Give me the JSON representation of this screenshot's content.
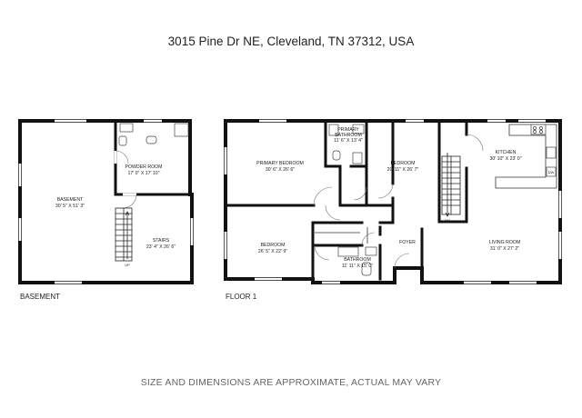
{
  "title": "3015 Pine Dr NE, Cleveland, TN 37312, USA",
  "footer": "SIZE AND DIMENSIONS ARE APPROXIMATE, ACTUAL MAY VARY",
  "floors": {
    "basement": {
      "label": "BASEMENT",
      "rooms": [
        {
          "name": "BASEMENT",
          "dims": "30' 5\" X 51' 3\""
        },
        {
          "name": "POWDER ROOM",
          "dims": "17' 0\" X 17' 10\""
        },
        {
          "name": "STAIRS",
          "dims": "23' 4\" X 26' 6\""
        }
      ],
      "stair_marker": "UP"
    },
    "floor1": {
      "label": "FLOOR 1",
      "rooms": [
        {
          "name": "PRIMARY BEDROOM",
          "dims": "30' 6\" X 26' 6\""
        },
        {
          "name": "PRIMARY",
          "name2": "BATHROOM",
          "dims": "11' 6\" X 13' 4\""
        },
        {
          "name": "BEDROOM",
          "dims": "20' 11\" X 26' 7\""
        },
        {
          "name": "KITCHEN",
          "dims": "30' 10\" X 23' 0\""
        },
        {
          "name": "BEDROOM",
          "dims": "26' 5\" X 22' 9\""
        },
        {
          "name": "BATHROOM",
          "dims": "11' 11\" X 15' 0\""
        },
        {
          "name": "FOYER",
          "dims": ""
        },
        {
          "name": "LIVING ROOM",
          "dims": "31' 0\" X 27' 2\""
        }
      ],
      "stair_marker": "DN",
      "appliance_label": "DW"
    }
  }
}
